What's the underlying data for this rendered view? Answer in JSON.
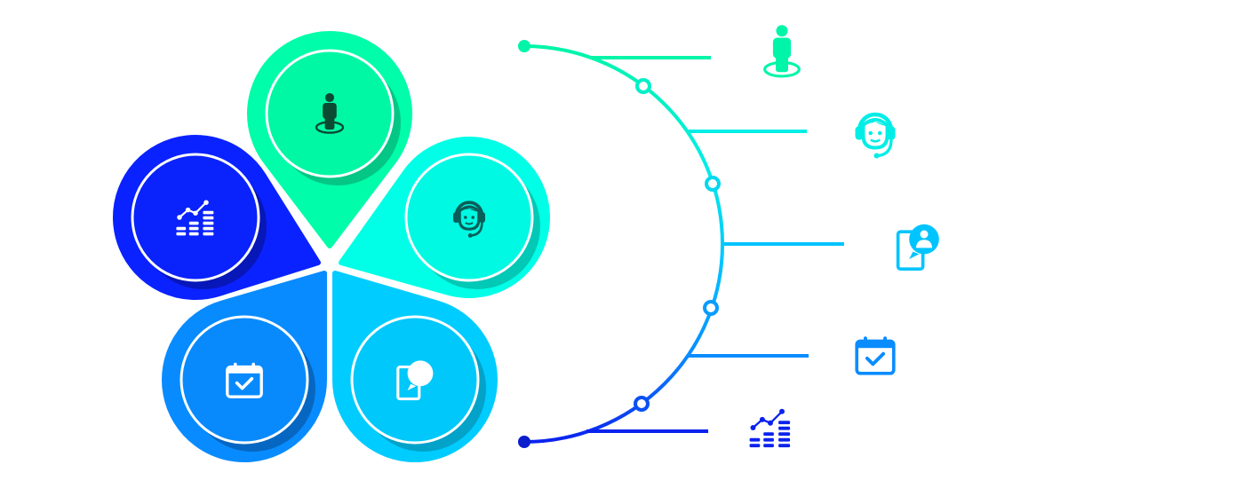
{
  "segments": [
    {
      "id": "profile",
      "icon": "person-icon",
      "petal_color": "#00FDA9",
      "inner_color": "#00F8A5",
      "shadow_color": "#04C785",
      "petal_icon_color": "#0B4A33",
      "side_color": "#00F5A8"
    },
    {
      "id": "support",
      "icon": "headset-icon",
      "petal_color": "#00FFE6",
      "inner_color": "#00F9E2",
      "shadow_color": "#02C8B6",
      "petal_icon_color": "#0A5E5A",
      "side_color": "#00EEE6"
    },
    {
      "id": "mobile-chat",
      "icon": "phone-chat-icon",
      "petal_color": "#00CCFF",
      "inner_color": "#00C8FB",
      "shadow_color": "#03A2C9",
      "petal_icon_color": "#FFFFFF",
      "side_color": "#00C4FF"
    },
    {
      "id": "schedule",
      "icon": "calendar-check-icon",
      "petal_color": "#088BFF",
      "inner_color": "#088AFD",
      "shadow_color": "#0667C2",
      "petal_icon_color": "#FFFFFF",
      "side_color": "#0A8CFF"
    },
    {
      "id": "analytics",
      "icon": "chart-icon",
      "petal_color": "#0A22FF",
      "inner_color": "#0A22FB",
      "shadow_color": "#0717B8",
      "petal_icon_color": "#FFFFFF",
      "side_color": "#0A22EE"
    }
  ],
  "timeline": {
    "start_color": "#00F5A8",
    "end_color": "#0A1ECC"
  }
}
